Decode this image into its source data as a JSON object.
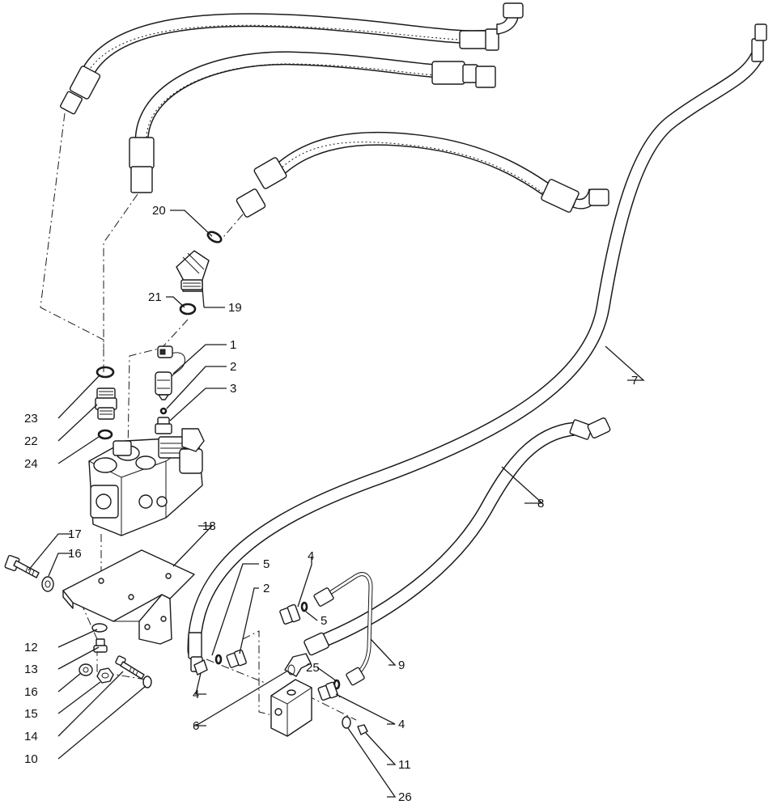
{
  "callouts": [
    {
      "id": "c1",
      "label": "1"
    },
    {
      "id": "c2a",
      "label": "2"
    },
    {
      "id": "c3",
      "label": "3"
    },
    {
      "id": "c19",
      "label": "19"
    },
    {
      "id": "c20",
      "label": "20"
    },
    {
      "id": "c21",
      "label": "21"
    },
    {
      "id": "c23",
      "label": "23"
    },
    {
      "id": "c22",
      "label": "22"
    },
    {
      "id": "c24",
      "label": "24"
    },
    {
      "id": "c7",
      "label": "7"
    },
    {
      "id": "c8",
      "label": "8"
    },
    {
      "id": "c18",
      "label": "18"
    },
    {
      "id": "c17",
      "label": "17"
    },
    {
      "id": "c16a",
      "label": "16"
    },
    {
      "id": "c5a",
      "label": "5"
    },
    {
      "id": "c2b",
      "label": "2"
    },
    {
      "id": "c4a",
      "label": "4"
    },
    {
      "id": "c5b",
      "label": "5"
    },
    {
      "id": "c12",
      "label": "12"
    },
    {
      "id": "c13",
      "label": "13"
    },
    {
      "id": "c16b",
      "label": "16"
    },
    {
      "id": "c15",
      "label": "15"
    },
    {
      "id": "c14",
      "label": "14"
    },
    {
      "id": "c10",
      "label": "10"
    },
    {
      "id": "c4b",
      "label": "4"
    },
    {
      "id": "c6",
      "label": "6"
    },
    {
      "id": "c9",
      "label": "9"
    },
    {
      "id": "c25",
      "label": "25"
    },
    {
      "id": "c4c",
      "label": "4"
    },
    {
      "id": "c11",
      "label": "11"
    },
    {
      "id": "c26",
      "label": "26"
    }
  ]
}
